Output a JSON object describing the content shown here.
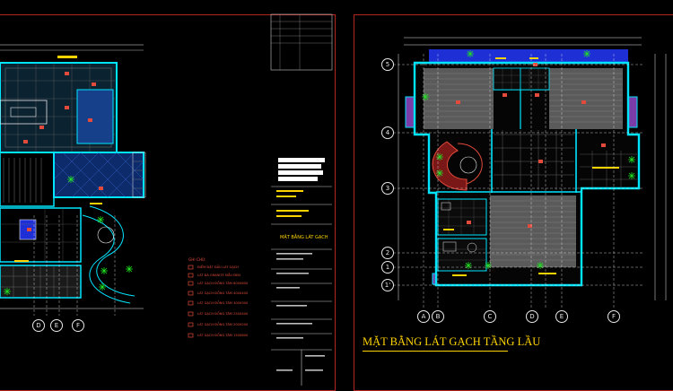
{
  "drawing": {
    "right_title": "MẶT BẰNG LÁT GẠCH TẦNG LẦU",
    "title_block_sheet_name": "MẶT BẰNG LÁT GẠCH",
    "left_grid_bottom": [
      "D",
      "E",
      "F"
    ],
    "right_grid_bottom": [
      "A",
      "B",
      "C",
      "D",
      "E",
      "F"
    ],
    "right_grid_left": [
      "5",
      "4",
      "3",
      "2",
      "1",
      "1'"
    ]
  },
  "legend": {
    "heading": "GHI CHÚ:",
    "items": [
      "ĐIỂM ĐẶT ĐẦU LÁT GẠCH",
      "LÁT ĐÁ GRANITE MẪU ĐEN",
      "LÁT GẠCH ĐỒNG TÂM 600X600",
      "LÁT GẠCH ĐỒNG TÂM 400X400",
      "LÁT GẠCH ĐỒNG TÂM 300X300",
      "LÁT GẠCH ĐỒNG TÂM 250X400",
      "LÁT GẠCH ĐỒNG TÂM 200X200",
      "LÁT GẠCH ĐỒNG TÂM 150X600"
    ]
  },
  "colors": {
    "background": "#000000",
    "frame": "#b3261e",
    "wall": "#00e5ff",
    "tile": "#7a7a7a",
    "room_fill_blue": "#1f2fd6",
    "room_fill_purple": "#7a3ca8",
    "dim": "#e8e8e8",
    "legend": "#e24b3b",
    "label": "#ffd400"
  }
}
